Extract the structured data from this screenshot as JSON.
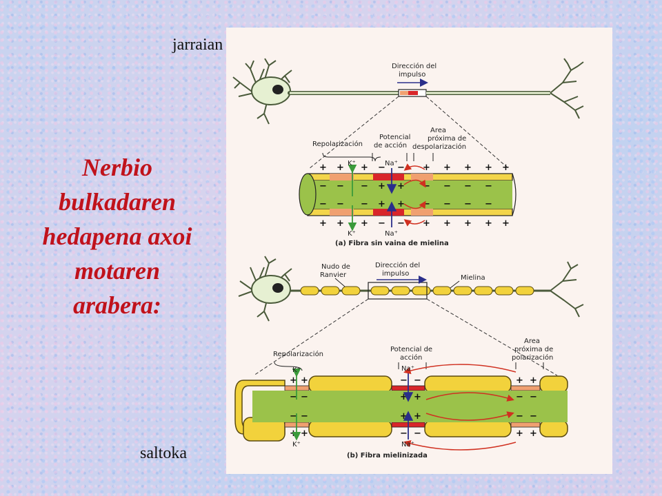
{
  "slide": {
    "title": "Nerbio\nbulkadaren\nhedapena axoi\nmotaren\narabera:",
    "label_continuous": "jarraian",
    "label_saltatory": "saltoka"
  },
  "figure": {
    "top_panel": {
      "direction_label_line1": "Dirección del",
      "direction_label_line2": "impulso",
      "repolarization": "Repolarización",
      "action_potential_line1": "Potencial",
      "action_potential_line2": "de acción",
      "area_line1": "Area",
      "area_line2": "próxima de",
      "area_line3": "despolarización",
      "k_ion": "K⁺",
      "na_ion": "Na⁺",
      "caption": "(a) Fibra sin vaina de mielina"
    },
    "bottom_panel": {
      "node_line1": "Nudo de",
      "node_line2": "Ranvier",
      "direction_label_line1": "Dirección del",
      "direction_label_line2": "impulso",
      "myelin": "Mielina",
      "repolarization": "Repolarización",
      "action_potential_line1": "Potencial de",
      "action_potential_line2": "acción",
      "area_line1": "Area",
      "area_line2": "próxima de",
      "area_line3": "polarización",
      "k_ion": "K⁺",
      "na_ion": "Na⁺",
      "caption": "(b) Fibra mielinizada"
    },
    "colors": {
      "axon_green": "#9bc24a",
      "membrane_yellow": "#f3d54a",
      "myelin_yellow": "#f2d23c",
      "action_red": "#d8262a",
      "repol_orange": "#f0a070",
      "neuron_body": "#e6f0d2",
      "arrow_blue": "#2a2e8a",
      "arrow_green": "#3a9a3a",
      "current_red": "#d03020"
    }
  }
}
